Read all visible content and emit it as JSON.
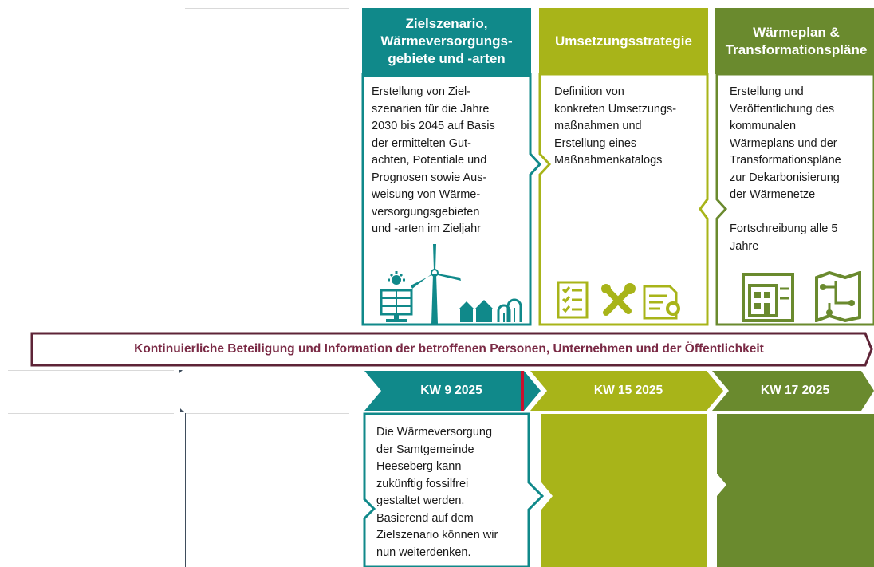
{
  "colors": {
    "teal": "#10898a",
    "lime": "#a8b419",
    "olive": "#6a8a2e",
    "maroon": "#5e2437",
    "marker_red": "#c8102e"
  },
  "phases": [
    {
      "header": "Zielszenario, Wärmeversorgungs-gebiete und -arten",
      "body": "Erstellung von Ziel-\nszenarien für die Jahre\n2030 bis 2045 auf Basis\nder ermittelten Gut-\nachten, Potentiale und\nPrognosen sowie Aus-\nweisung von Wärme-\nversorgungsgebieten\nund -arten im Zieljahr",
      "icons": [
        "solar-panel-icon",
        "wind-turbine-icon",
        "houses-trees-icon"
      ]
    },
    {
      "header": "Umsetzungsstrategie",
      "body": "Definition von\nkonkreten Umsetzungs-\nmaßnahmen und\nErstellung eines\nMaßnahmenkatalogs",
      "icons": [
        "checklist-icon",
        "tools-icon",
        "certificate-icon"
      ]
    },
    {
      "header": "Wärmeplan & Transformationspläne",
      "body": "Erstellung und\nVeröffentlichung des\nkommunalen\nWärmeplans und der\nTransformationspläne\nzur Dekarbonisierung\nder Wärmenetze\n\nFortschreibung alle 5\nJahre",
      "icons": [
        "building-map-icon",
        "network-map-icon"
      ]
    }
  ],
  "banner": "Kontinuierliche Beteiligung und Information der betroffenen Personen, Unternehmen und der Öffentlichkeit",
  "timeline": [
    "KW 9 2025",
    "KW 15 2025",
    "KW 17 2025"
  ],
  "status_note": "Die Wärmeversorgung\nder Samtgemeinde\nHeeseberg kann\nzukünftig fossilfrei\ngestaltet werden.\nBasierend auf dem\nZielszenario können wir\nnun weiterdenken."
}
